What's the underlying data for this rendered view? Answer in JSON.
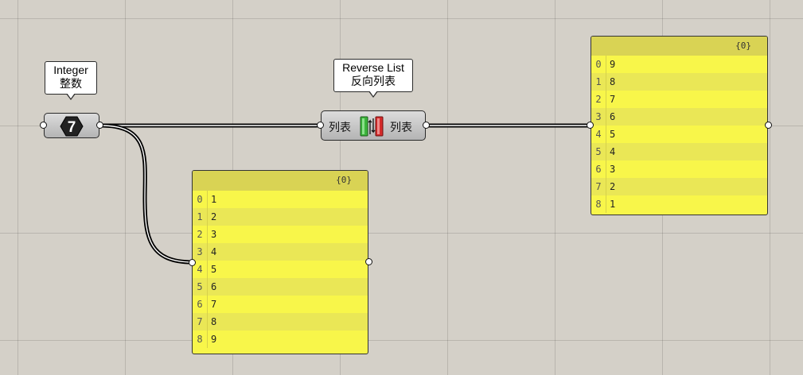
{
  "integer_component": {
    "tooltip_name": "Integer",
    "tooltip_name_cn": "整数",
    "value": "7"
  },
  "reverse_list_component": {
    "tooltip_name": "Reverse List",
    "tooltip_name_cn": "反向列表",
    "input_label": "列表",
    "output_label": "列表"
  },
  "panel_input": {
    "path": "{0}",
    "rows": [
      {
        "index": "0",
        "value": "1"
      },
      {
        "index": "1",
        "value": "2"
      },
      {
        "index": "2",
        "value": "3"
      },
      {
        "index": "3",
        "value": "4"
      },
      {
        "index": "4",
        "value": "5"
      },
      {
        "index": "5",
        "value": "6"
      },
      {
        "index": "6",
        "value": "7"
      },
      {
        "index": "7",
        "value": "8"
      },
      {
        "index": "8",
        "value": "9"
      }
    ]
  },
  "panel_output": {
    "path": "{0}",
    "rows": [
      {
        "index": "0",
        "value": "9"
      },
      {
        "index": "1",
        "value": "8"
      },
      {
        "index": "2",
        "value": "7"
      },
      {
        "index": "3",
        "value": "6"
      },
      {
        "index": "4",
        "value": "5"
      },
      {
        "index": "5",
        "value": "4"
      },
      {
        "index": "6",
        "value": "3"
      },
      {
        "index": "7",
        "value": "2"
      },
      {
        "index": "8",
        "value": "1"
      }
    ]
  },
  "colors": {
    "canvas": "#d4d0c8",
    "panel_fill": "#f8f64a",
    "panel_header": "#d9d354",
    "wire": "#000000",
    "reverse_icon_green": "#3cb43c",
    "reverse_icon_red": "#d42a2a"
  }
}
